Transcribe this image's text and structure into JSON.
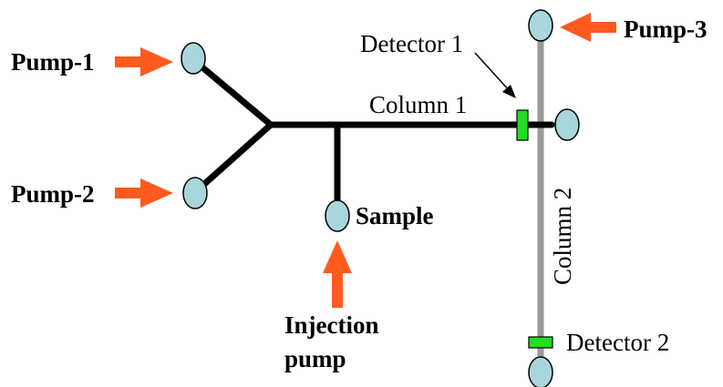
{
  "labels": {
    "pump1": "Pump-1",
    "pump2": "Pump-2",
    "pump3": "Pump-3",
    "sample": "Sample",
    "injection_line1": "Injection",
    "injection_line2": "pump",
    "column1": "Column 1",
    "column2": "Column 2",
    "detector1": "Detector 1",
    "detector2": "Detector 2"
  },
  "colors": {
    "arrow": "#ff5a1f",
    "column1_tubing": "#000000",
    "column2_tubing": "#9a9a9a",
    "port_fill": "#a9d6dc",
    "port_stroke": "#000000",
    "detector_fill": "#22dd22"
  }
}
